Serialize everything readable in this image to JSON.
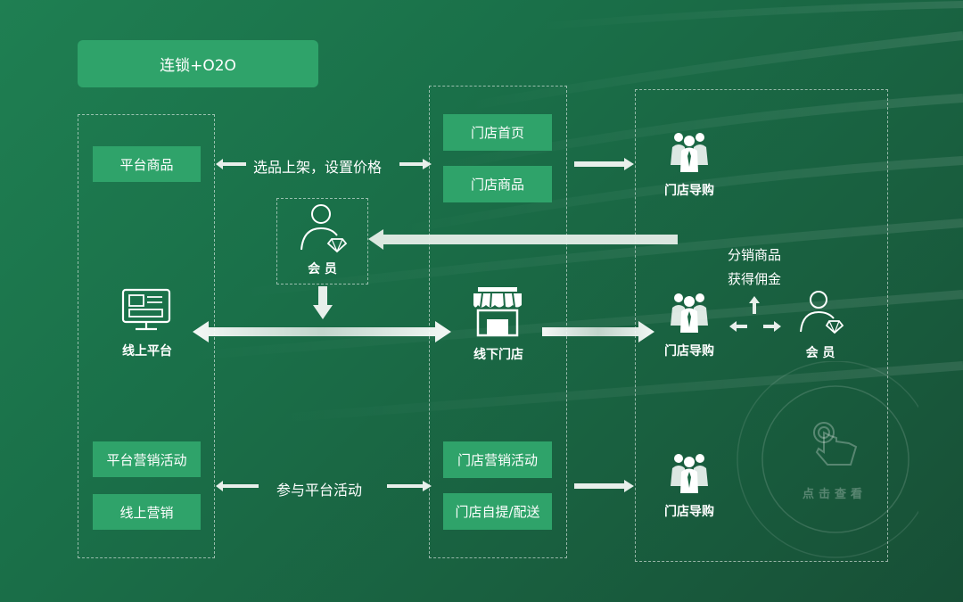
{
  "title": "连锁+O2O",
  "left": {
    "platform_goods": "平台商品",
    "online_platform": "线上平台",
    "platform_marketing": "平台营销活动",
    "online_marketing": "线上营销"
  },
  "middle": {
    "store_home": "门店首页",
    "store_goods": "门店商品",
    "offline_store": "线下门店",
    "store_marketing": "门店营销活动",
    "store_pickup": "门店自提/配送"
  },
  "member": "会 员",
  "arrows": {
    "select_list": "选品上架，设置价格",
    "join_activity": "参与平台活动"
  },
  "right": {
    "guide_1": "门店导购",
    "guide_2": "门店导购",
    "guide_3": "门店导购",
    "member": "会 员",
    "distribute_line1": "分销商品",
    "distribute_line2": "获得佣金"
  },
  "click_view": "点击查看",
  "colors": {
    "accent": "#2fa36a",
    "background": "#1c6b47",
    "text": "#ffffff"
  }
}
